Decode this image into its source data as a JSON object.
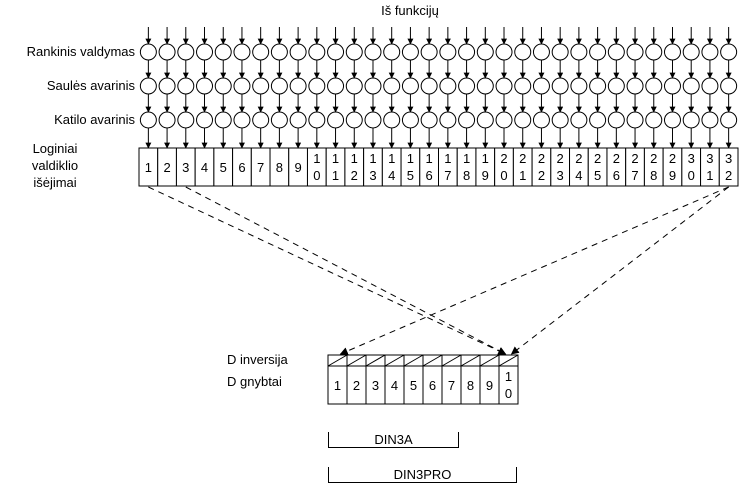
{
  "labels": {
    "title_top": "Iš funkcijų",
    "row1": "Rankinis valdymas",
    "row2": "Saulės avarinis",
    "row3": "Katilo avarinis",
    "outputs_line1": "Loginiai",
    "outputs_line2": "valdiklio",
    "outputs_line3": "išėjimai",
    "d_inversion": "D inversija",
    "d_terminals": "D gnybtai",
    "bracket_din3a": "DIN3A",
    "bracket_din3pro": "DIN3PRO"
  },
  "logical_outputs": [
    "1",
    "2",
    "3",
    "4",
    "5",
    "6",
    "7",
    "8",
    "9",
    "10",
    "11",
    "12",
    "13",
    "14",
    "15",
    "16",
    "17",
    "18",
    "19",
    "20",
    "21",
    "22",
    "23",
    "24",
    "25",
    "26",
    "27",
    "28",
    "29",
    "30",
    "31",
    "32"
  ],
  "d_terminals": [
    "1",
    "2",
    "3",
    "4",
    "5",
    "6",
    "7",
    "8",
    "9",
    "10"
  ],
  "mappings": [
    {
      "from": "1",
      "to": "10"
    },
    {
      "from": "3",
      "to": "10"
    },
    {
      "from": "32",
      "to": "1"
    },
    {
      "from": "32",
      "to": "10"
    }
  ]
}
